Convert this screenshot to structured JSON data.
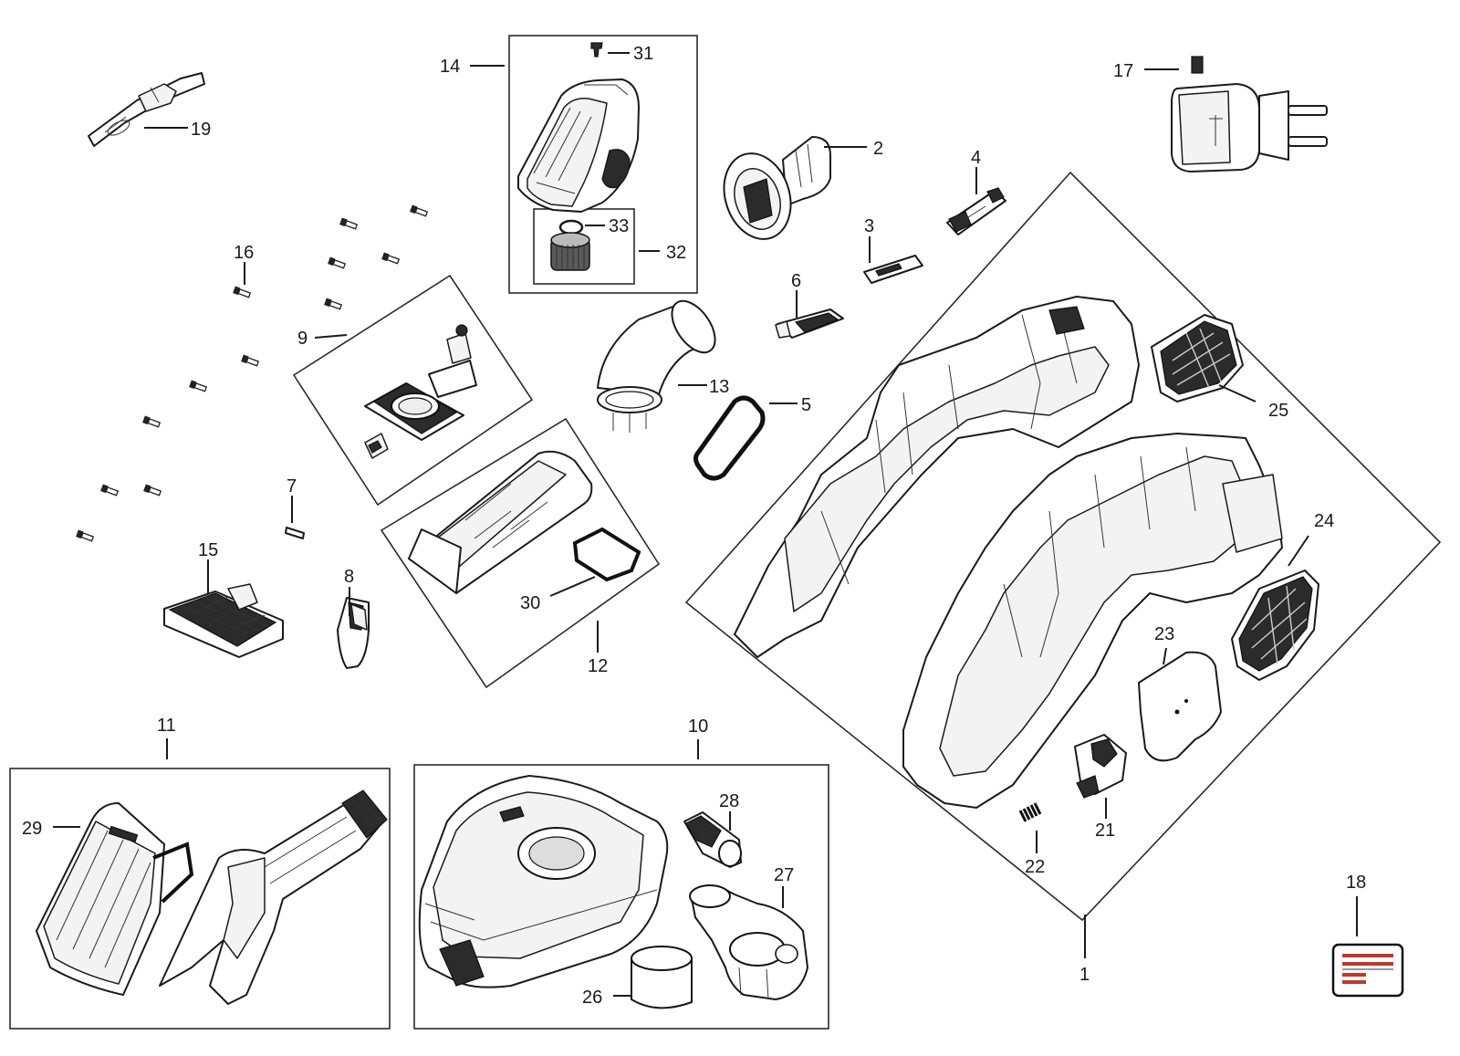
{
  "diagram": {
    "labels": [
      "1",
      "2",
      "3",
      "4",
      "5",
      "6",
      "7",
      "8",
      "9",
      "10",
      "11",
      "12",
      "13",
      "14",
      "15",
      "16",
      "17",
      "18",
      "19",
      "21",
      "22",
      "23",
      "24",
      "25",
      "26",
      "27",
      "28",
      "29",
      "30",
      "31",
      "32",
      "33"
    ]
  }
}
